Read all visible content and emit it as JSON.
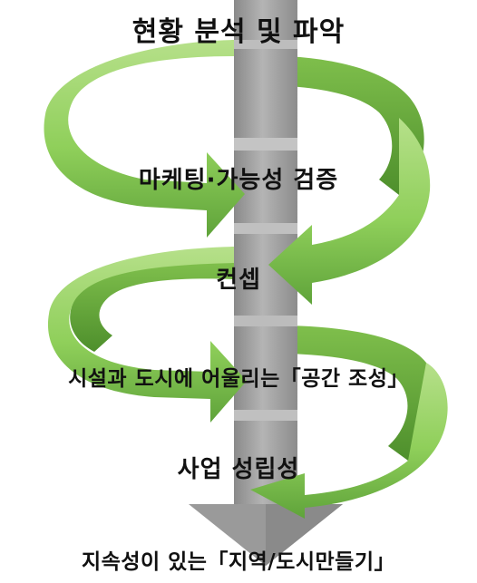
{
  "diagram": {
    "steps": [
      "현황 분석 및 파악",
      "마케팅·가능성 검증",
      "컨셉",
      "시설과 도시에 어울리는「공간 조성」",
      "사업 성립성"
    ],
    "goal": "지속성이 있는「지역/도시만들기」"
  },
  "colors": {
    "spiral_green": "#8fcf5a",
    "spiral_green_dark": "#5fa33a",
    "spiral_green_light": "#c6eaa0",
    "shaft_gray": "#a8a8a8",
    "shaft_gray_dark": "#7d7d7d",
    "text": "#111111"
  }
}
